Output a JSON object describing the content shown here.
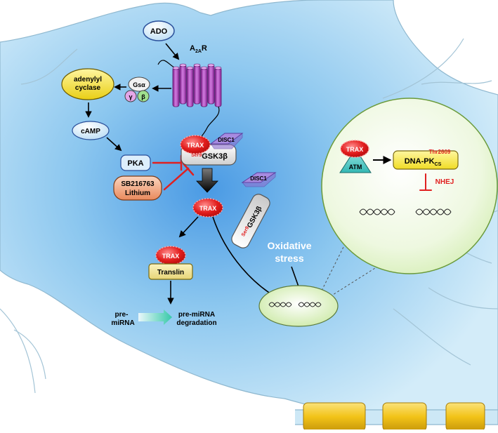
{
  "labels": {
    "ado": "ADO",
    "receptor_main": "A",
    "receptor_sub": "2A",
    "receptor_tail": "R",
    "gs_alpha": "Gsα",
    "gamma": "γ",
    "beta": "β",
    "adenylyl_line1": "adenylyl",
    "adenylyl_line2": "cyclase",
    "camp": "cAMP",
    "pka": "PKA",
    "sb_line1": "SB216763",
    "sb_line2": "Lithium",
    "trax": "TRAX",
    "disc1": "DISC1",
    "ser9": "Ser9",
    "gsk3b": "GSK3β",
    "translin": "Translin",
    "pre_mirna_line1": "pre-",
    "pre_mirna_line2": "miRNA",
    "degradation_line1": "pre-miRNA",
    "degradation_line2": "degradation",
    "oxidative_line1": "Oxidative",
    "oxidative_line2": "stress",
    "atm": "ATM",
    "dnapk": "DNA-PK",
    "dnapk_sub": "CS",
    "thr2609": "Thr2609",
    "nhej": "NHEJ"
  },
  "colors": {
    "cell_body": "#c5e6f6",
    "cell_center": "#5aa6e6",
    "trax_red": "#e02020",
    "inhibition": "#e02020",
    "receptor": "#b94cc4",
    "adenylyl": "#f5e23a",
    "disc1": "#a78be0",
    "translin": "#f4e79a",
    "nucleus_green": "#e4f5c6",
    "myelin": "#f2c318",
    "pka_fill": "#dceefc",
    "sb_fill": "#f4b08c"
  }
}
